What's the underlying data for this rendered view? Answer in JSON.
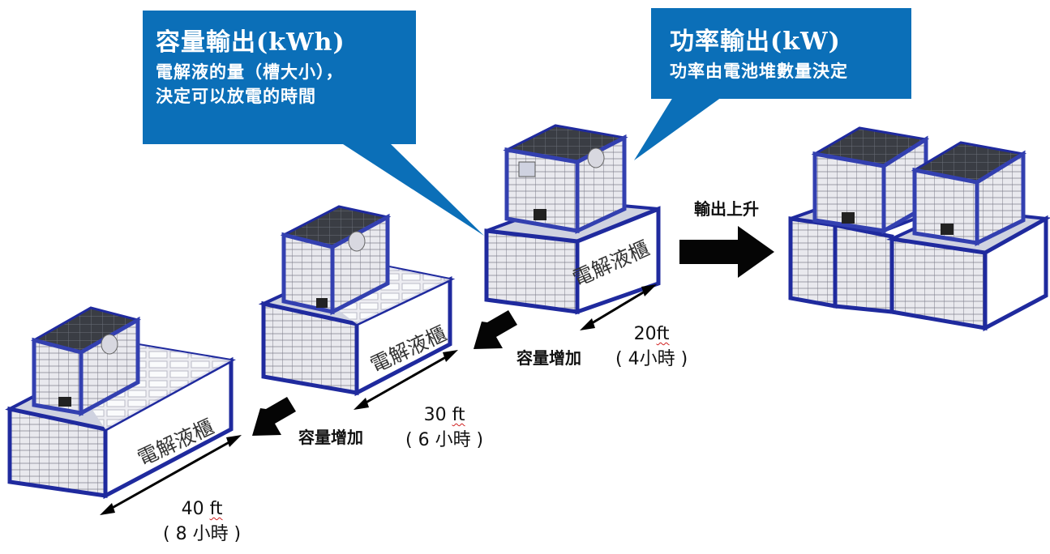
{
  "callout_capacity": {
    "title": "容量輸出(kWh)",
    "line1": "電解液的量（槽大小），",
    "line2": "決定可以放電的時間",
    "color": "#0b6fb8"
  },
  "callout_power": {
    "title": "功率輸出(kW)",
    "line1": "功率由電池堆數量決定",
    "color": "#0b6fb8"
  },
  "arrow_output_label": "輸出上升",
  "capacity_increase_label_1": "容量增加",
  "capacity_increase_label_2": "容量增加",
  "tank_label": "電解液櫃",
  "size_20": {
    "num": "20",
    "unit": "ft",
    "hours": "( 4小時 )"
  },
  "size_30": {
    "num": "30 ",
    "unit": "ft",
    "hours": "( 6 小時 )"
  },
  "size_40": {
    "num": "40 ",
    "unit": "ft",
    "hours": "( 8 小時 )"
  },
  "colors": {
    "frame": "#1f2a9e",
    "stack": "#3340b0",
    "panel": "#f2f2f4",
    "roof": "#3a3d44"
  }
}
